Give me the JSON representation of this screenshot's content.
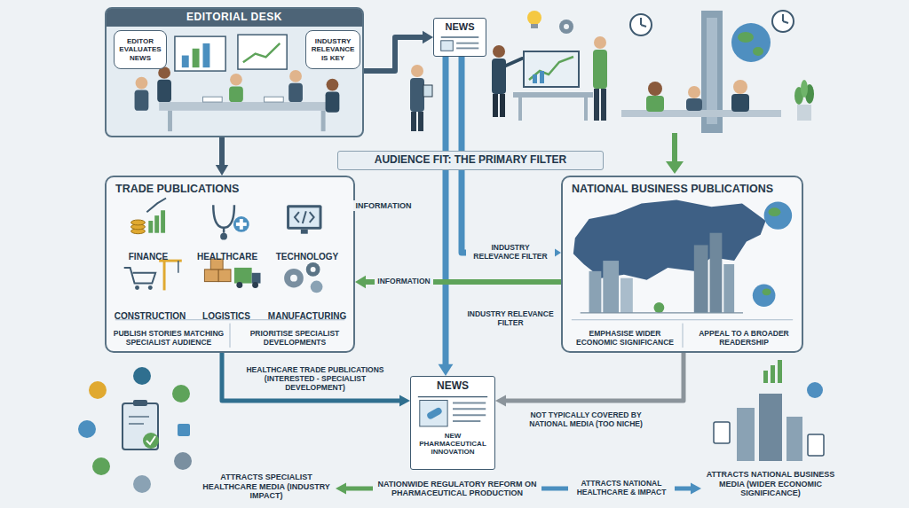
{
  "diagram": {
    "nodes": [
      {
        "text": [
          "EDITORIAL DESK"
        ]
      },
      {
        "text": [
          "EDITOR EVALUATES NEWS"
        ],
        "in": 0
      },
      {
        "text": [
          "INDUSTRY RELEVANCE IS KEY"
        ],
        "in": 0
      },
      {
        "text": [
          "NEWS"
        ]
      },
      {
        "text": [
          "AUDIENCE FIT: THE PRIMARY FILTER"
        ]
      },
      {
        "text": [
          "TRADE PUBLICATIONS"
        ]
      },
      {
        "text": [
          "FINANCE"
        ],
        "in": 5
      },
      {
        "text": [
          "HEALTHCARE"
        ],
        "in": 5
      },
      {
        "text": [
          "TECHNOLOGY"
        ],
        "in": 5
      },
      {
        "text": [
          "CONSTRUCTION"
        ],
        "in": 5
      },
      {
        "text": [
          "LOGISTICS"
        ],
        "in": 5
      },
      {
        "text": [
          "MANUFACTURING"
        ],
        "in": 5
      },
      {
        "text": [
          "PUBLISH STORIES MATCHING SPECIALIST AUDIENCE"
        ],
        "in": 5
      },
      {
        "text": [
          "PRIORITISE SPECIALIST DEVELOPMENTS"
        ],
        "in": 5
      },
      {
        "text": [
          "NATIONAL BUSINESS PUBLICATIONS"
        ]
      },
      {
        "text": [
          "EMPHASISE WIDER ECONOMIC SIGNIFICANCE"
        ],
        "in": 14
      },
      {
        "text": [
          "APPEAL TO A BROADER READERSHIP"
        ],
        "in": 14
      },
      {
        "text": [
          "NEWS",
          "NEW PHARMACEUTICAL INNOVATION"
        ]
      },
      {
        "text": [
          "ATTRACTS SPECIALIST HEALTHCARE MEDIA (INDUSTRY IMPACT)"
        ]
      },
      {
        "text": [
          "NATIONWIDE REGULATORY REFORM ON PHARMACEUTICAL PRODUCTION"
        ]
      },
      {
        "text": [
          "ATTRACTS NATIONAL BUSINESS MEDIA (WIDER ECONOMIC SIGNIFICANCE)"
        ]
      }
    ],
    "edges": [
      {
        "from": 0,
        "to": 3,
        "arrow": "to"
      },
      {
        "from": 0,
        "to": 5,
        "arrow": "to"
      },
      {
        "from": 3,
        "to": 14,
        "label": "INDUSTRY RELEVANCE FILTER",
        "arrow": "to"
      },
      {
        "from": 3,
        "to": 17,
        "label": "INDUSTRY RELEVANCE FILTER",
        "arrow": "to"
      },
      {
        "from": 14,
        "to": 5,
        "label": "INFORMATION",
        "arrow": "to"
      },
      {
        "from": 5,
        "to": 17,
        "label": "HEALTHCARE TRADE PUBLICATIONS (INTERESTED - SPECIALIST DEVELOPMENT)",
        "arrow": "to"
      },
      {
        "from": 14,
        "to": 17,
        "label": "NOT TYPICALLY COVERED BY NATIONAL MEDIA (TOO NICHE)",
        "arrow": "to"
      },
      {
        "from": 19,
        "to": 18,
        "arrow": "to"
      },
      {
        "from": 19,
        "to": 20,
        "label": "ATTRACTS NATIONAL HEALTHCARE & IMPACT",
        "arrow": "to"
      }
    ],
    "labels": [
      "INFORMATION"
    ]
  }
}
